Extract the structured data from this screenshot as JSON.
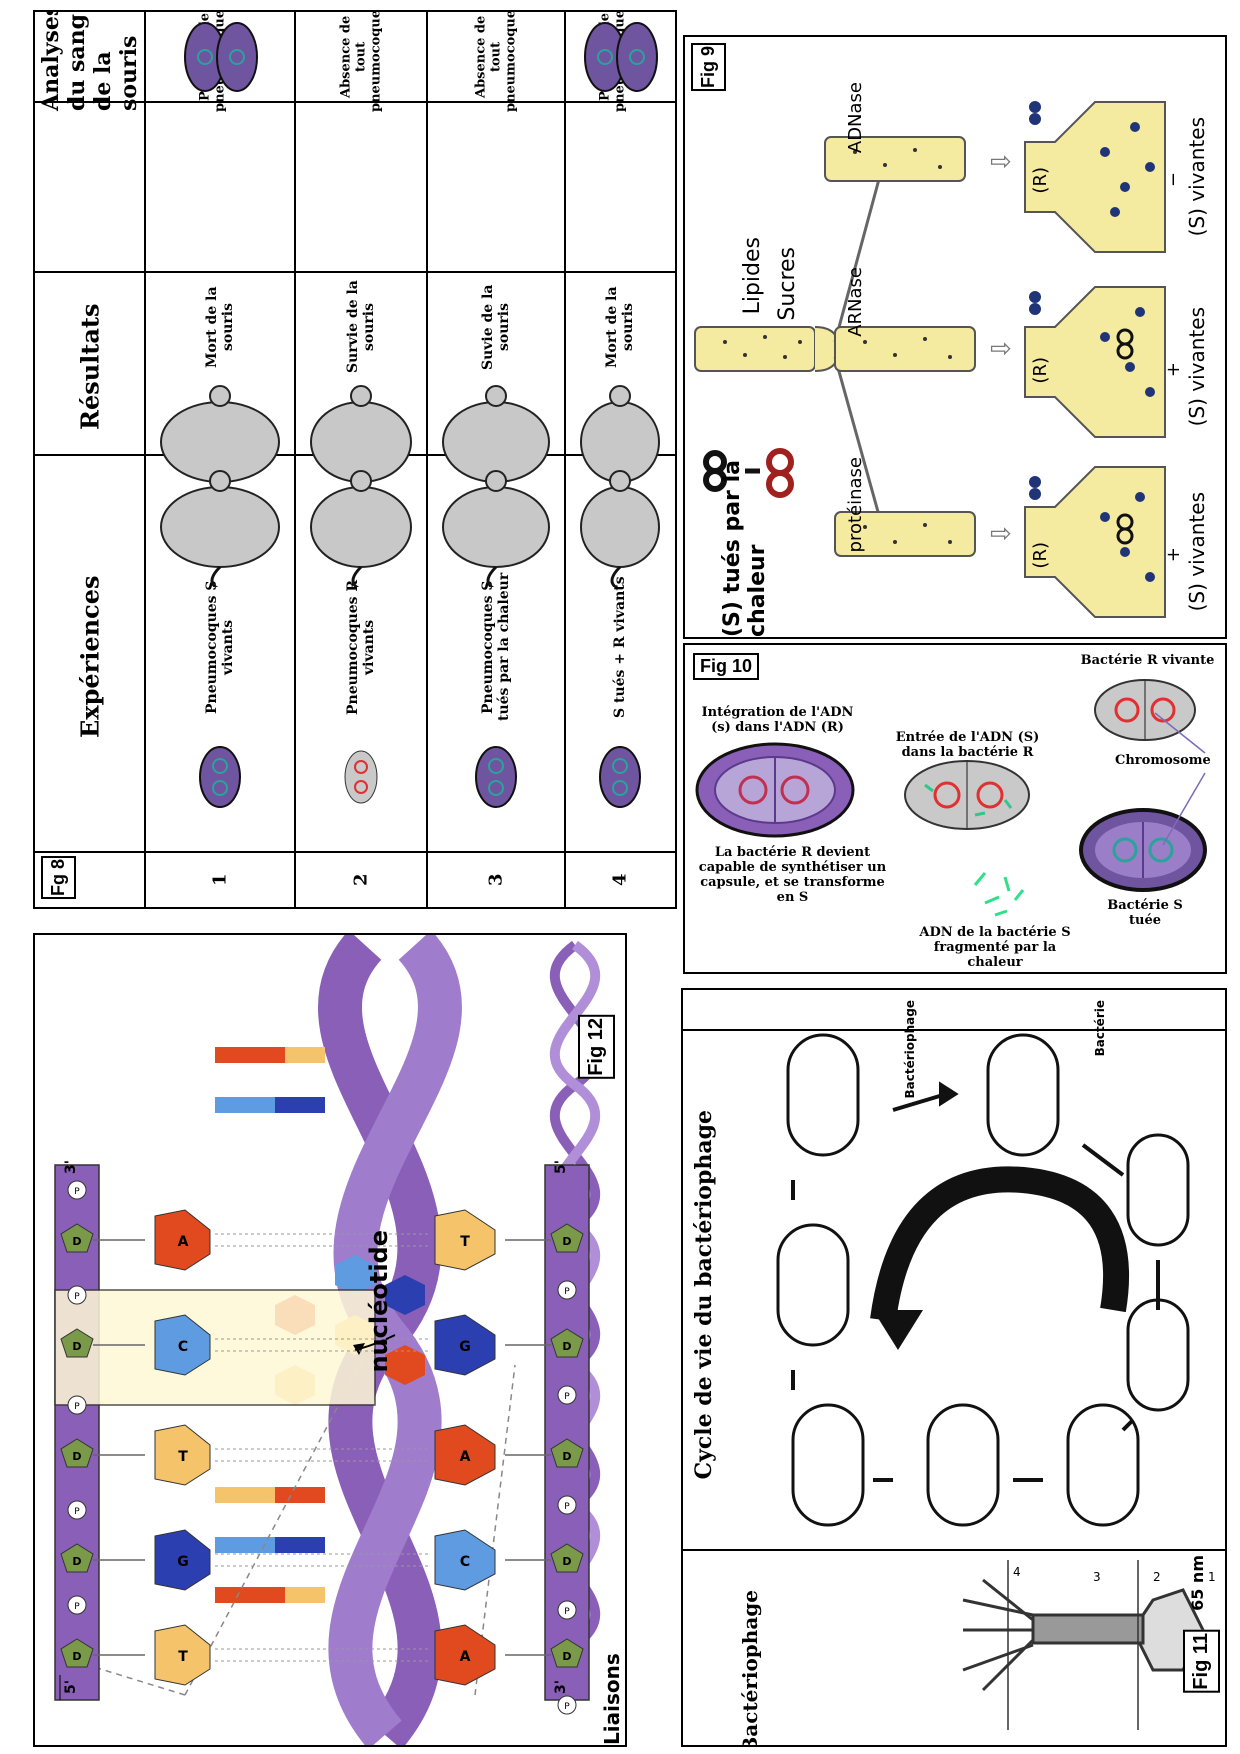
{
  "fig8": {
    "tag": "Fg 8",
    "headers": [
      "Expériences",
      "Résultats",
      "Analyses du sang de la souris"
    ],
    "rows": [
      {
        "num": "1",
        "experience": "Pneumocoques S vivants",
        "result": "Mort de la souris",
        "analysis": "Présence de pneumocoques S vivants"
      },
      {
        "num": "2",
        "experience": "Pneumocoques R vivants",
        "result": "Survie de la souris",
        "analysis": "Absence de tout pneumocoques"
      },
      {
        "num": "3",
        "experience": "Pneumocoques S tués par la chaleur",
        "result": "Suvie de la souris",
        "analysis": "Absence de tout pneumocoques"
      },
      {
        "num": "4",
        "experience": "S tués + R vivants",
        "result": "Mort de la souris",
        "analysis": "Présence de pneumocoques S vivants"
      }
    ]
  },
  "fig9": {
    "tag": "Fig 9",
    "killed_label": "(S) tués par la chaleur",
    "lipides": "Lipides",
    "sucres": "Sucres",
    "enzymes": [
      "protéinase",
      "ARNase",
      "ADNase"
    ],
    "r_label": "(R)",
    "results": [
      "(S) vivantes",
      "(S) vivantes",
      "(S) vivantes"
    ],
    "signs": [
      "+",
      "+",
      "−"
    ]
  },
  "fig10": {
    "tag": "Fig 10",
    "integration": "Intégration de l'ADN (s) dans l'ADN (R)",
    "entry": "Entrée de l'ADN (S) dans la bactérie R",
    "r_alive": "Bactérie R vivante",
    "chromosome": "Chromosome",
    "transform": "La bactérie R devient capable de synthétiser un capsule, et se transforme en S",
    "fragments": "ADN de la bactérie S fragmenté par la chaleur",
    "s_killed": "Bactérie S tuée"
  },
  "fig11": {
    "tag": "Fig 11",
    "title": "Cycle de vie du bactériophage",
    "bacteriophage_label": "Bactériophage",
    "bacteriophage_small": "Bactériophage",
    "bacterie": "Bactérie",
    "scale": "65 nm",
    "numbers": [
      "1",
      "2",
      "3",
      "4"
    ]
  },
  "fig12": {
    "tag": "Fig 12",
    "nucleotide": "nucléotide",
    "liaisons": "Liaisons hydrogènes",
    "end3_top": "3'",
    "end5_top": "5'",
    "end5_bot": "5'",
    "end3_bot": "3'",
    "pairs_left": [
      "A",
      "C",
      "T",
      "G",
      "T"
    ],
    "pairs_right": [
      "T",
      "G",
      "A",
      "C",
      "A"
    ],
    "d": "D",
    "p": "P"
  },
  "colors": {
    "purple": "#8a5fb8",
    "purple_dark": "#5b3a8c",
    "capsule": "#6f54a0",
    "red_dna": "#e03030",
    "teal_dna": "#2aa39a",
    "base_A": "#e04a1e",
    "base_T": "#f5c36a",
    "base_C": "#5e9be0",
    "base_G": "#2b3fb0",
    "sugar": "#7a9a4a",
    "tube_yellow": "#f4eaa0"
  }
}
